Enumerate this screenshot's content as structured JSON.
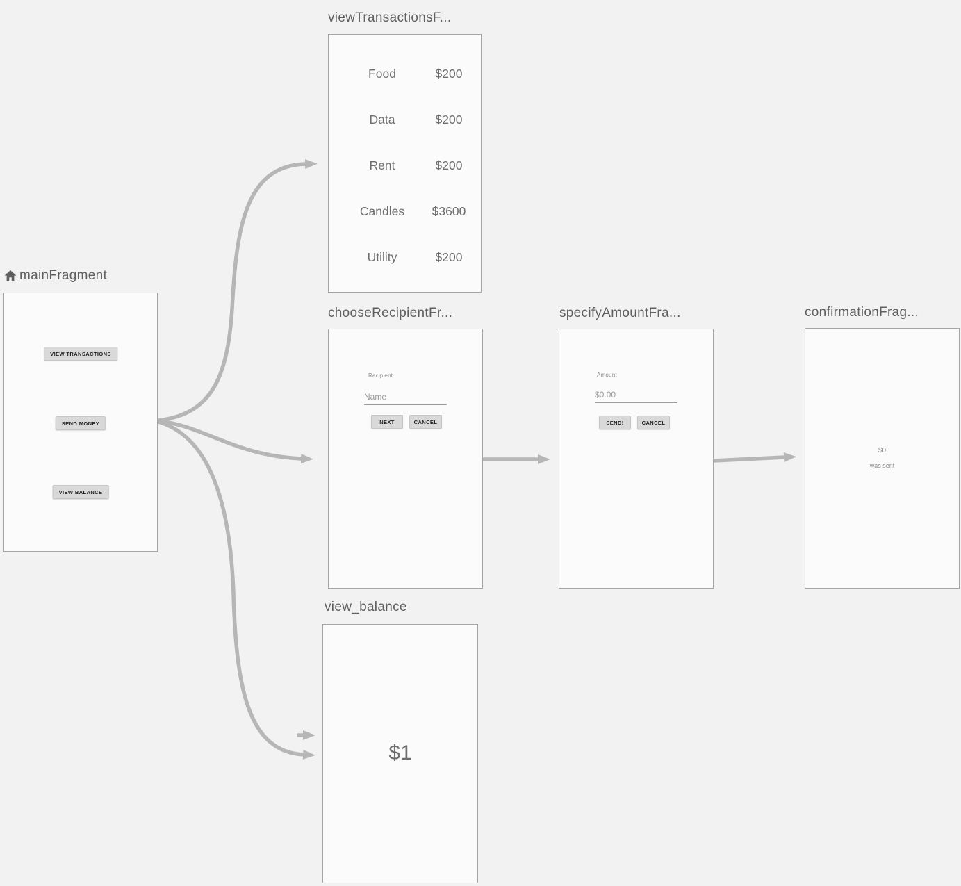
{
  "theme": {
    "canvas_bg": "#f2f2f2",
    "card_bg": "#fbfbfb",
    "card_border": "#a5a5a5",
    "title_text": "#5f5f5f",
    "arrow": "#b6b6b6",
    "list_text": "#6e6e6e",
    "hint_text": "#9b9b9b",
    "label_text": "#8f8f8f",
    "button_bg": "#d9d9d9",
    "button_border": "#c6c6c6",
    "button_text": "#212121",
    "confirm_text": "#8a8a8a",
    "balance_text": "#6e6e6e"
  },
  "fragments": {
    "main": {
      "title": "mainFragment",
      "is_home": true,
      "home_icon": "home-icon",
      "preview": {
        "transactions_button": "VIEW TRANSACTIONS",
        "send_button": "SEND MONEY",
        "balance_button": "VIEW BALANCE"
      }
    },
    "view_transactions": {
      "title": "viewTransactionsF...",
      "preview": {
        "rows": [
          {
            "label": "Food",
            "amount": "$200"
          },
          {
            "label": "Data",
            "amount": "$200"
          },
          {
            "label": "Rent",
            "amount": "$200"
          },
          {
            "label": "Candles",
            "amount": "$3600"
          },
          {
            "label": "Utility",
            "amount": "$200"
          }
        ]
      }
    },
    "choose_recipient": {
      "title": "chooseRecipientFr...",
      "preview": {
        "field_label": "Recipient",
        "field_hint": "Name",
        "next_button": "NEXT",
        "cancel_button": "CANCEL"
      }
    },
    "specify_amount": {
      "title": "specifyAmountFra...",
      "preview": {
        "field_label": "Amount",
        "field_hint": "$0.00",
        "send_button": "SEND!",
        "cancel_button": "CANCEL"
      }
    },
    "confirmation": {
      "title": "confirmationFrag...",
      "preview": {
        "amount": "$0",
        "message": "was sent"
      }
    },
    "view_balance": {
      "title": "view_balance",
      "preview": {
        "balance": "$1"
      }
    }
  },
  "actions": [
    {
      "from": "mainFragment",
      "to": "viewTransactionsFragment"
    },
    {
      "from": "mainFragment",
      "to": "chooseRecipientFragment"
    },
    {
      "from": "mainFragment",
      "to": "view_balance"
    },
    {
      "from": "chooseRecipientFragment",
      "to": "specifyAmountFragment"
    },
    {
      "from": "specifyAmountFragment",
      "to": "confirmationFragment"
    },
    {
      "to": "view_balance"
    }
  ]
}
